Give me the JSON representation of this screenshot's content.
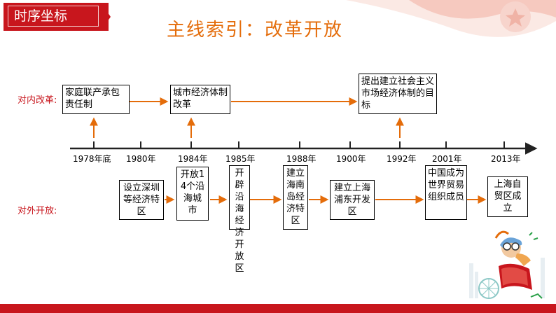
{
  "section_tag": "时序坐标",
  "title": "主线索引：改革开放",
  "rows": {
    "internal_label": "对内改革:",
    "external_label": "对外开放:"
  },
  "years": [
    "1978年底",
    "1980年",
    "1984年",
    "1985年",
    "1988年",
    "1900年",
    "1992年",
    "2001年",
    "2013年"
  ],
  "internal_reforms": [
    "家庭联产承包责任制",
    "城市经济体制改革",
    "提出建立社会主义市场经济体制的目标"
  ],
  "external_opening": [
    "设立深圳等经济特区",
    "开放14个沿海城市",
    "开辟沿海经济开放区",
    "建立海南岛经济特区",
    "建立上海浦东开发区",
    "中国成为世界贸易组织成员",
    "上海自贸区成立"
  ],
  "colors": {
    "accent_red": "#c8161d",
    "arrow_orange": "#e46c0a",
    "title_orange": "#e46c0a"
  }
}
